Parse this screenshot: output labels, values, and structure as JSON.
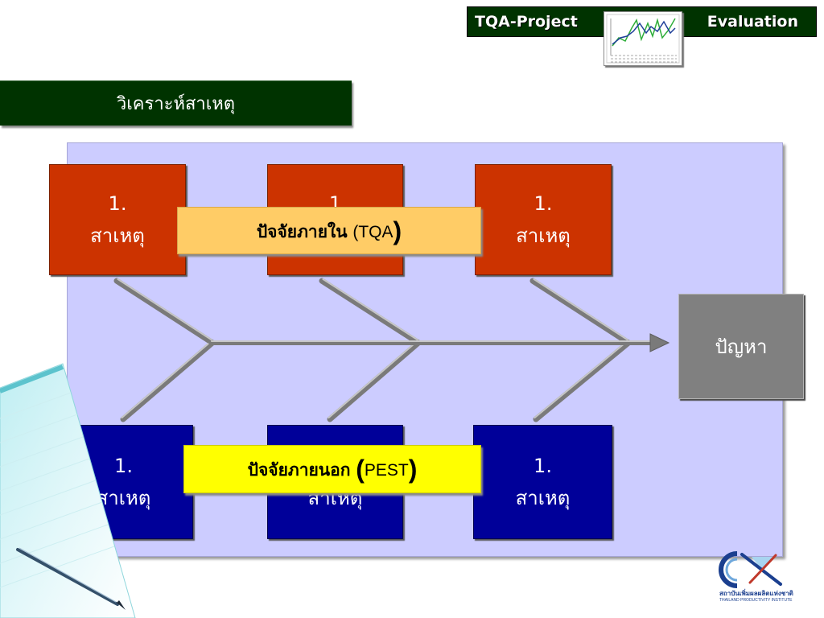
{
  "header": {
    "project_label": "TQA-Project",
    "evaluation_label": "Evaluation",
    "icon": "line-chart-icon"
  },
  "section_title": "วิเคราะห์สาเหตุ",
  "fishbone": {
    "causes_top": [
      {
        "number": "1.",
        "label": "สาเหตุ"
      },
      {
        "number": "1"
      },
      {
        "number": "1.",
        "label": "สาเหตุ"
      }
    ],
    "causes_bottom": [
      {
        "number": "1.",
        "label": "สาเหตุ"
      },
      {
        "label": "สาเหตุ"
      },
      {
        "number": "1.",
        "label": "สาเหตุ"
      }
    ],
    "internal_factor": {
      "label": "ปัจจัยภายใน",
      "open": "(",
      "code": "TQA",
      "close": ")"
    },
    "external_factor": {
      "label": "ปัจจัยภายนอก",
      "open": "(",
      "code": "PEST",
      "close": ")"
    },
    "problem": "ปัญหา"
  },
  "logo": {
    "icon": "tpi-logo-icon",
    "name_th": "สถาบันเพิ่มผลผลิตแห่งชาติ",
    "name_en": "THAILAND PRODUCTIVITY INSTITUTE"
  },
  "decoration": {
    "icon": "notepad-pen-icon"
  },
  "colors": {
    "header_bg": "#003300",
    "section_title_bg": "#003300",
    "panel_bg": "#CCCCFF",
    "cause_top_bg": "#CC3300",
    "cause_bottom_bg": "#000099",
    "internal_factor_bg": "#FFCC66",
    "external_factor_bg": "#FFFF00",
    "problem_bg": "#808080",
    "fishbone": "#7A7A7A"
  }
}
